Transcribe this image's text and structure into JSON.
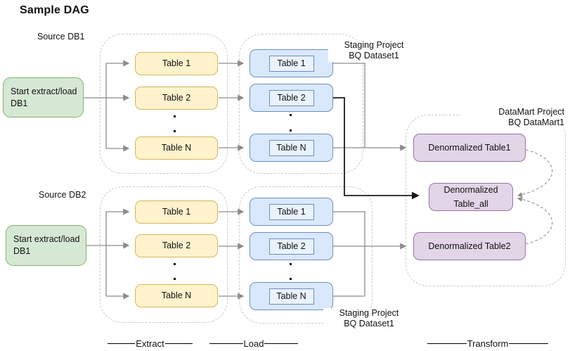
{
  "title": "Sample DAG",
  "colors": {
    "green_fill": "#d5e8d4",
    "green_stroke": "#82b366",
    "yellow_fill": "#fff2cc",
    "yellow_stroke": "#d6b656",
    "blue_fill": "#dae8fc",
    "blue_stroke": "#6c8ebf",
    "purple_fill": "#e1d5e7",
    "purple_stroke": "#9673a6",
    "container_dash": "#c9c9c9",
    "connector_gray": "#8c8c8c",
    "connector_black": "#1a1a1a"
  },
  "labels": {
    "source_db1": "Source DB1",
    "source_db2": "Source DB2",
    "staging_top": "Staging Project\nBQ Dataset1",
    "staging_bottom": "Staging Project\nBQ Dataset1",
    "datamart": "DataMart Project\nBQ DataMart1"
  },
  "nodes": {
    "start_db1": "Start extract/load\nDB1",
    "start_db2": "Start extract/load\nDB1",
    "extract1_tables": [
      "Table 1",
      "Table 2",
      "Table N"
    ],
    "load1_tables": [
      "Table 1",
      "Table 2",
      "Table N"
    ],
    "extract2_tables": [
      "Table 1",
      "Table 2",
      "Table N"
    ],
    "load2_tables": [
      "Table 1",
      "Table 2",
      "Table N"
    ],
    "denormalized_table1": "Denormalized Table1",
    "denormalized_table_all": "Denormalized\nTable_all",
    "denormalized_table2": "Denormalized Table2"
  },
  "sections": {
    "extract": "Extract",
    "load": "Load",
    "transform": "Transform"
  }
}
